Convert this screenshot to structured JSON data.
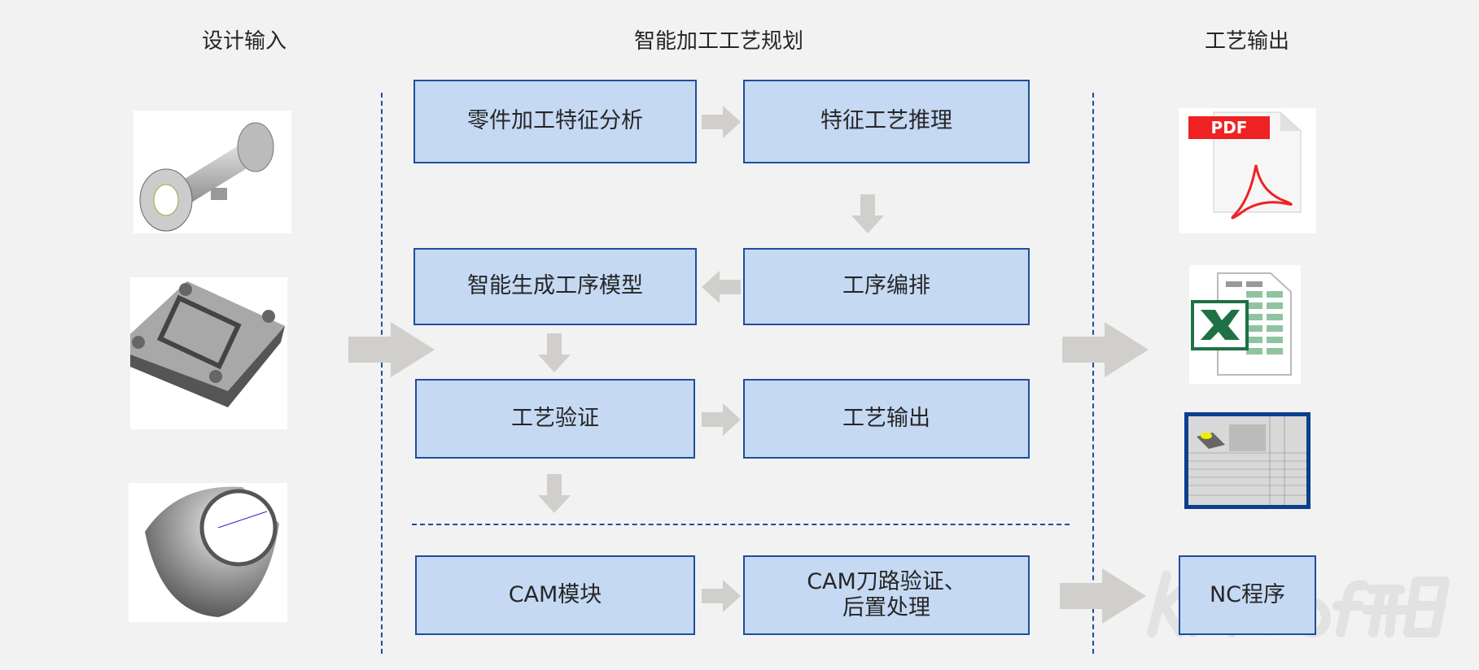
{
  "columns": {
    "input": "设计输入",
    "planning": "智能加工工艺规划",
    "output": "工艺输出"
  },
  "process_boxes": [
    {
      "label": "零件加工特征分析"
    },
    {
      "label": "特征工艺推理"
    },
    {
      "label": "智能生成工序模型"
    },
    {
      "label": "工序编排"
    },
    {
      "label": "工艺验证"
    },
    {
      "label": "工艺输出"
    },
    {
      "label": "CAM模块"
    },
    {
      "label": "CAM刀路验证、\n后置处理"
    }
  ],
  "outputs": {
    "pdf_label": "PDF",
    "nc_label": "NC程序"
  },
  "icons": [
    "pipe-part-model",
    "mold-plate-model",
    "casing-part-model",
    "pdf-file-icon",
    "excel-file-icon",
    "process-card-thumbnail"
  ],
  "watermark": "KMSoft开目",
  "colors": {
    "background": "#f2f2f2",
    "box_fill": "#c5d9f3",
    "box_border": "#1f4e9a",
    "arrow": "#d0cfcb",
    "divider": "#1f4e9a"
  }
}
